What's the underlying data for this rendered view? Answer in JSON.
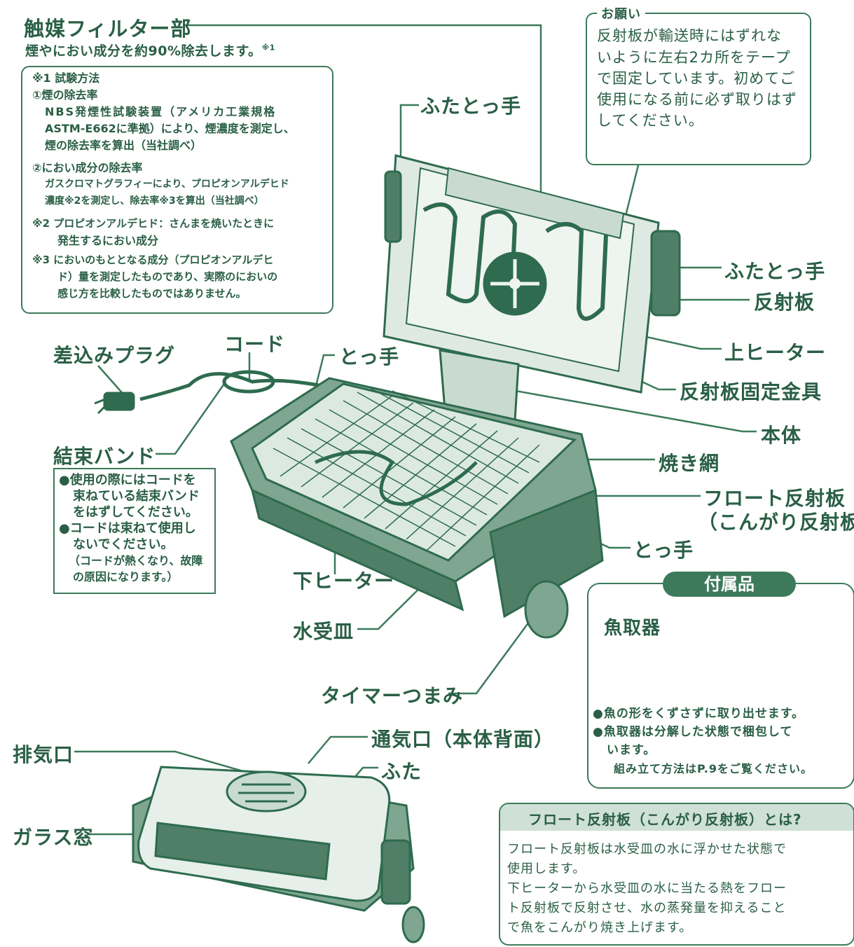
{
  "title": "触媒フィルター部",
  "subtitle": "煙やにおい成分を約90%除去します。",
  "subtitle_mark": "※1",
  "test_note": {
    "heading": "※1 試験方法",
    "item1_title": "①煙の除去率",
    "item1_line1": "NBS発煙性試験装置（アメリカ工業規格",
    "item1_line2": "ASTM-E662に準拠）により、煙濃度を測定し、",
    "item1_line3": "煙の除去率を算出（当社調べ）",
    "item2_title": "②におい成分の除去率",
    "item2_line1": "ガスクロマトグラフィーにより、プロピオンアルデヒド",
    "item2_line2": "濃度※2を測定し、除去率※3を算出（当社調べ）",
    "note2_line1": "※2 プロピオンアルデヒド：さんまを焼いたときに",
    "note2_line2": "発生するにおい成分",
    "note3_line1": "※3 においのもととなる成分（プロピオンアルデヒ",
    "note3_line2": "ド）量を測定したものであり、実際のにおいの",
    "note3_line3": "感じ方を比較したものではありません。"
  },
  "request": {
    "heading": "お願い",
    "line1": "反射板が輸送時にはずれな",
    "line2": "いように左右2カ所をテープ",
    "line3": "で固定しています。初めてご",
    "line4": "使用になる前に必ず取りはず",
    "line5": "してください。"
  },
  "labels": {
    "lid_handle_top": "ふたとっ手",
    "lid_handle_right": "ふたとっ手",
    "reflector": "反射板",
    "upper_heater": "上ヒーター",
    "reflector_bracket": "反射板固定金具",
    "body": "本体",
    "grill_net": "焼き網",
    "float_reflector_1": "フロート反射板",
    "float_reflector_2": "（こんがり反射板）",
    "handle_right": "とっ手",
    "handle_left": "とっ手",
    "plug": "差込みプラグ",
    "cord": "コード",
    "binding_band": "結束バンド",
    "lower_heater": "下ヒーター",
    "water_tray": "水受皿",
    "timer_knob": "タイマーつまみ",
    "exhaust": "排気口",
    "vent": "通気口（本体背面）",
    "lid": "ふた",
    "glass_window": "ガラス窓"
  },
  "band_note": {
    "line1": "●使用の際にはコードを",
    "line2": "束ねている結束バンド",
    "line3": "をはずしてください。",
    "line4": "●コードは束ねて使用し",
    "line5": "ないでください。",
    "line6": "（コードが熱くなり、故障",
    "line7": "の原因になります。）"
  },
  "accessory": {
    "title": "付属品",
    "item": "魚取器",
    "line1": "●魚の形をくずさずに取り出せます。",
    "line2": "●魚取器は分解した状態で梱包して",
    "line3": "います。",
    "line4": "組み立て方法はP.9をご覧ください。"
  },
  "float_info": {
    "title": "フロート反射板（こんがり反射板）とは?",
    "line1": "フロート反射板は水受皿の水に浮かせた状態で",
    "line2": "使用します。",
    "line3": "下ヒーターから水受皿の水に当たる熱をフロー",
    "line4": "ト反射板で反射させ、水の蒸発量を抑えること",
    "line5": "で魚をこんがり焼き上げます。"
  },
  "colors": {
    "ink": "#2a5f46",
    "line": "#3b7a5a",
    "fill": "#dce9e1",
    "dark": "#4f7f66"
  }
}
